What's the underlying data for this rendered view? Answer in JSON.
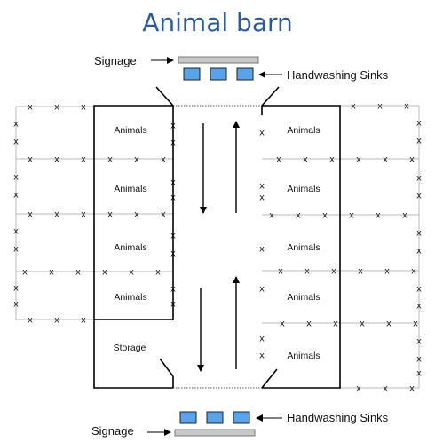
{
  "title": "Animal barn",
  "pens_left": [
    "Animals",
    "Animals",
    "Animals",
    "Animals"
  ],
  "storage_label": "Storage",
  "pens_right": [
    "Animals",
    "Animals",
    "Animals",
    "Animals",
    "Animals"
  ],
  "callouts": {
    "signage_top": "Signage",
    "sinks_top": "Handwashing Sinks",
    "signage_bottom": "Signage",
    "sinks_bottom": "Handwashing Sinks"
  },
  "fence_marker": "x",
  "colors": {
    "title": "#2d5a9e",
    "sink_fill": "#5aa3e8",
    "signage_fill": "#c8c8c8",
    "fence_line": "#b8b8b8"
  }
}
